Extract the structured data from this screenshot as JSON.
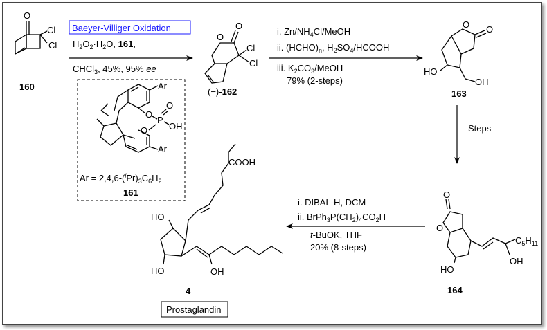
{
  "compounds": {
    "c160": "160",
    "c162_prefix": "(−)-",
    "c162": "162",
    "c163": "163",
    "c164": "164",
    "c4": "4",
    "c161": "161"
  },
  "step1": {
    "method_box": "Baeyer-Villiger Oxidation",
    "reagent_line1_pre": "H",
    "reagent_line1_sub1": "2",
    "reagent_line1_mid": "O",
    "reagent_line1_sub2": "2",
    "reagent_line1_mid2": "·H",
    "reagent_line1_sub3": "2",
    "reagent_line1_post": "O, ",
    "reagent_line1_bold": "161",
    "reagent_line1_end": ",",
    "reagent_line2_pre": "CHCl",
    "reagent_line2_sub": "3",
    "reagent_line2_post": ", 45%, 95% ",
    "reagent_line2_italic": "ee"
  },
  "step2": {
    "line1_pre": "i. Zn/NH",
    "line1_sub": "4",
    "line1_post": "Cl/MeOH",
    "line2_pre": "ii. (HCHO)",
    "line2_sub1": "n",
    "line2_mid": ", H",
    "line2_sub2": "2",
    "line2_mid2": "SO",
    "line2_sub3": "4",
    "line2_post": "/HCOOH",
    "line3_pre": "iii. K",
    "line3_sub1": "2",
    "line3_mid": "CO",
    "line3_sub2": "3",
    "line3_post": "/MeOH",
    "line4": "79% (2-steps)"
  },
  "step3": {
    "label": "Steps"
  },
  "step4": {
    "line1": "i. DIBAL-H, DCM",
    "line2_pre": "ii. BrPh",
    "line2_sub1": "3",
    "line2_mid": "P(CH",
    "line2_sub2": "2",
    "line2_mid2": ")",
    "line2_sub3": "4",
    "line2_mid3": "CO",
    "line2_sub4": "2",
    "line2_post": "H",
    "line3_italic": "t",
    "line3_post": "-BuOK, THF",
    "line4": "20% (8-steps)"
  },
  "catalyst": {
    "ar_pre": "Ar = 2,4,6-(",
    "ar_sup": "i",
    "ar_mid": "Pr)",
    "ar_sub1": "3",
    "ar_mid2": "C",
    "ar_sub2": "6",
    "ar_mid3": "H",
    "ar_sub3": "2"
  },
  "product_label": "Prostaglandin",
  "atoms": {
    "O": "O",
    "Cl": "Cl",
    "Ar": "Ar",
    "P": "P",
    "OH": "OH",
    "HO": "HO",
    "COOH": "COOH",
    "C5H11_main": "C",
    "C5H11_sub1": "5",
    "C5H11_sub2": "H",
    "C5H11_sub3": "11"
  },
  "colors": {
    "method_box_border": "#1a1aff",
    "method_box_text": "#1a1aff",
    "frame_border": "#444444",
    "ink": "#000000"
  }
}
